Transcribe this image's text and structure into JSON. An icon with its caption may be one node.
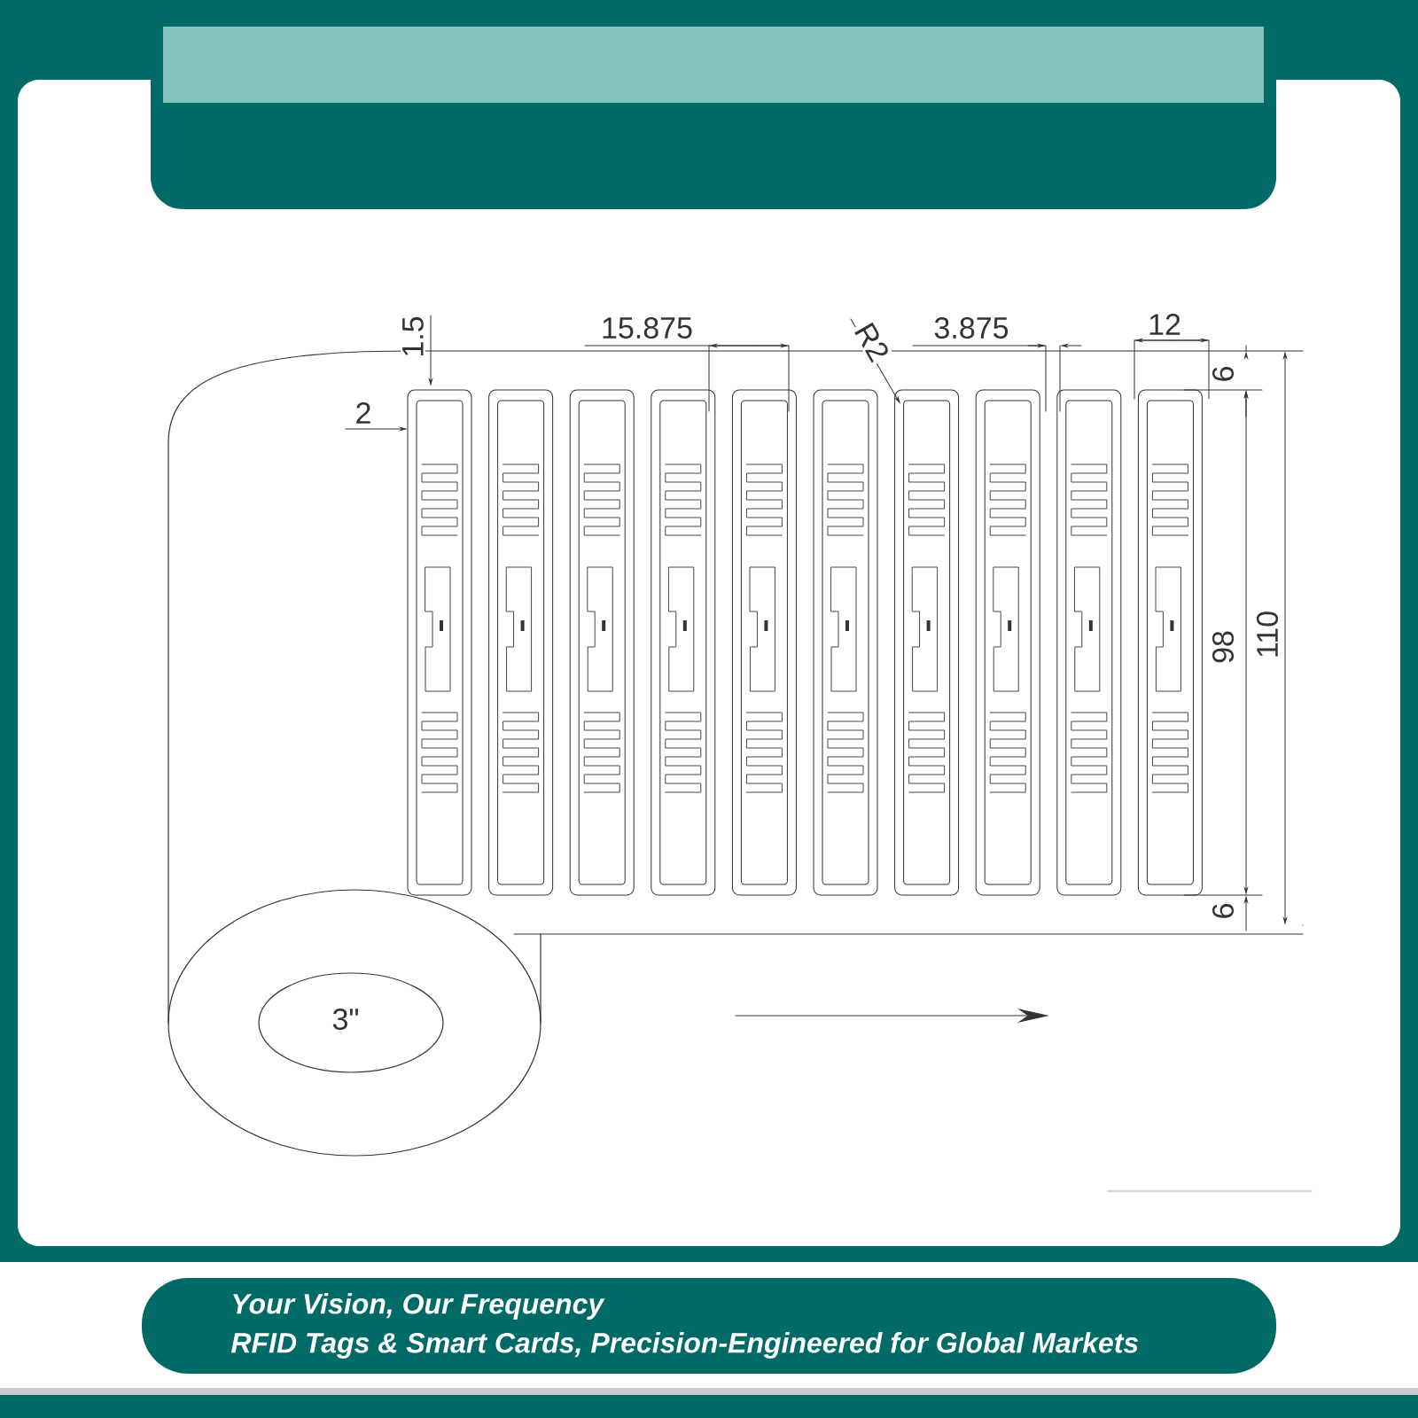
{
  "diagram": {
    "nodes": [
      {
        "text": [],
        "shape": "band"
      },
      {
        "text": [
          "Your Vision, Our Frequency",
          "RFID Tags & Smart Cards, Precision-Engineered for Global Markets"
        ]
      }
    ],
    "labels": [
      "1.5",
      "15.875",
      "R2",
      "3.875",
      "12",
      "2",
      "6",
      "98",
      "110",
      "6",
      "3\""
    ]
  }
}
